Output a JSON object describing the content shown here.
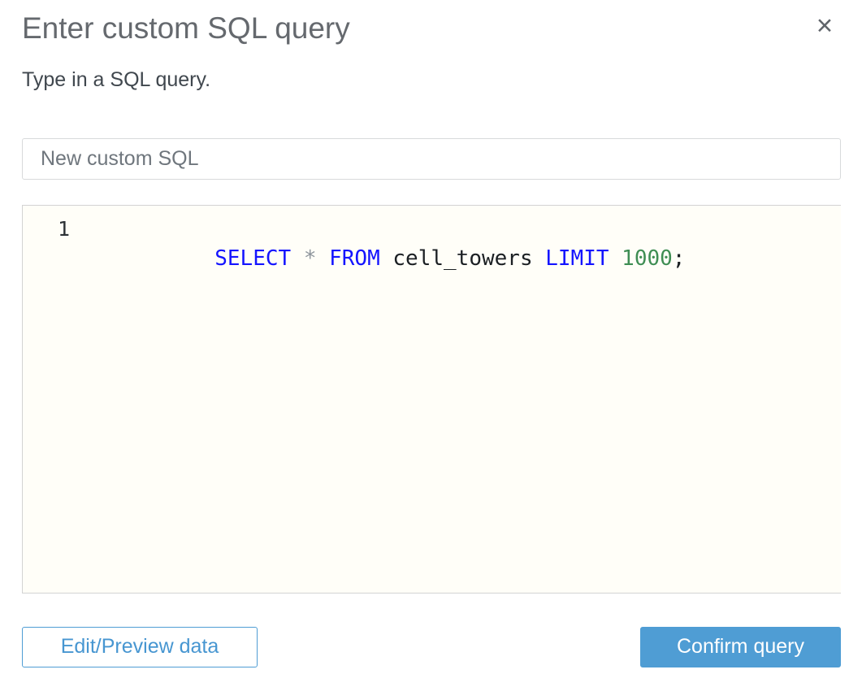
{
  "dialog": {
    "title": "Enter custom SQL query",
    "subtitle": "Type in a SQL query.",
    "close_glyph": "×"
  },
  "query_name_input": {
    "value": "New custom SQL"
  },
  "sql_editor": {
    "line_number": "1",
    "query_text": "SELECT * FROM cell_towers LIMIT 1000;",
    "tokens": [
      {
        "type": "keyword",
        "text": "SELECT "
      },
      {
        "type": "operator",
        "text": "* "
      },
      {
        "type": "keyword",
        "text": "FROM "
      },
      {
        "type": "identifier",
        "text": "cell_towers "
      },
      {
        "type": "keyword",
        "text": "LIMIT "
      },
      {
        "type": "number",
        "text": "1000"
      },
      {
        "type": "punctuation",
        "text": ";"
      }
    ]
  },
  "footer": {
    "edit_preview_label": "Edit/Preview data",
    "confirm_label": "Confirm query"
  },
  "colors": {
    "keyword": "#1414ff",
    "operator": "#8e959c",
    "identifier": "#1b1f23",
    "number": "#3f8e54",
    "accent_blue": "#4f9dd4",
    "editor_background": "#fffef8",
    "title_text": "#65696e"
  }
}
